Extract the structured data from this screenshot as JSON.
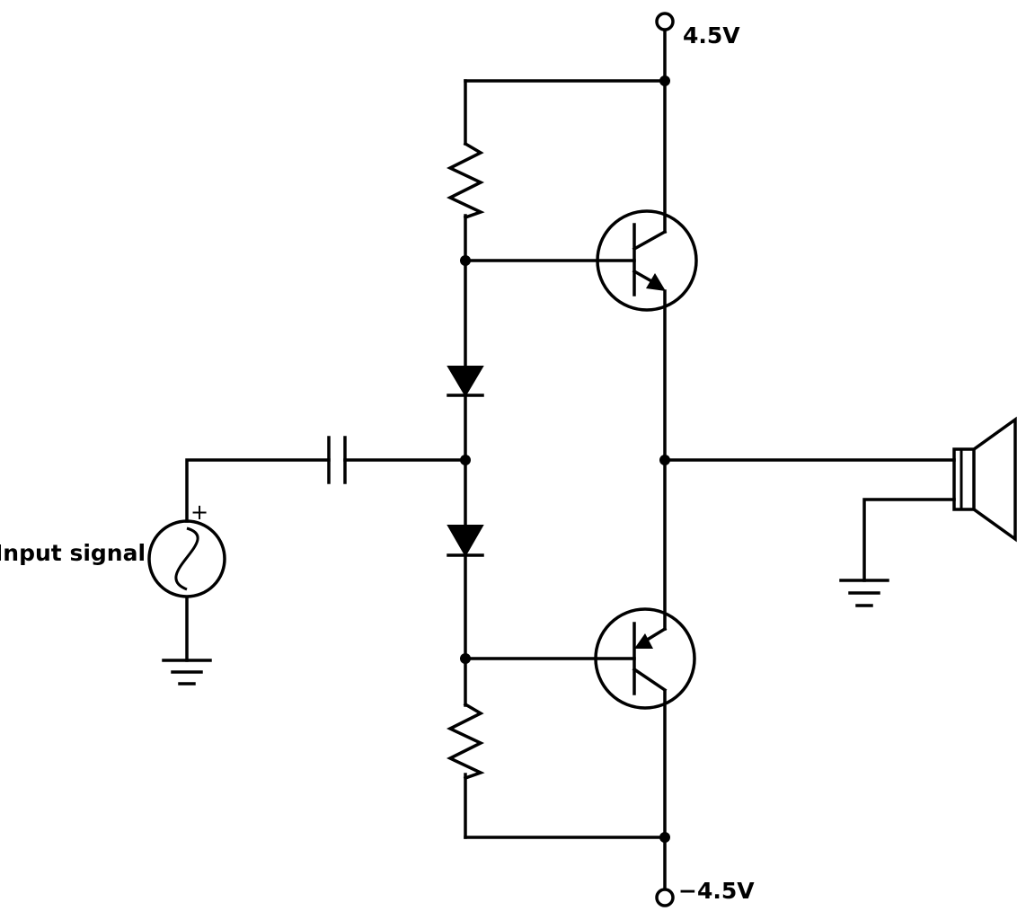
{
  "labels": {
    "vplus": "4.5V",
    "vminus": "−4.5V",
    "input": "Input signal",
    "plus_sign": "+"
  },
  "components": [
    {
      "name": "positive-supply-terminal",
      "kind": "terminal"
    },
    {
      "name": "negative-supply-terminal",
      "kind": "terminal"
    },
    {
      "name": "upper-bias-resistor",
      "kind": "resistor"
    },
    {
      "name": "lower-bias-resistor",
      "kind": "resistor"
    },
    {
      "name": "upper-bias-diode",
      "kind": "diode"
    },
    {
      "name": "lower-bias-diode",
      "kind": "diode"
    },
    {
      "name": "coupling-capacitor",
      "kind": "capacitor"
    },
    {
      "name": "npn-transistor",
      "kind": "transistor"
    },
    {
      "name": "pnp-transistor",
      "kind": "transistor"
    },
    {
      "name": "ac-signal-source",
      "kind": "source"
    },
    {
      "name": "loudspeaker",
      "kind": "speaker"
    },
    {
      "name": "source-ground",
      "kind": "ground"
    },
    {
      "name": "speaker-ground",
      "kind": "ground"
    }
  ]
}
